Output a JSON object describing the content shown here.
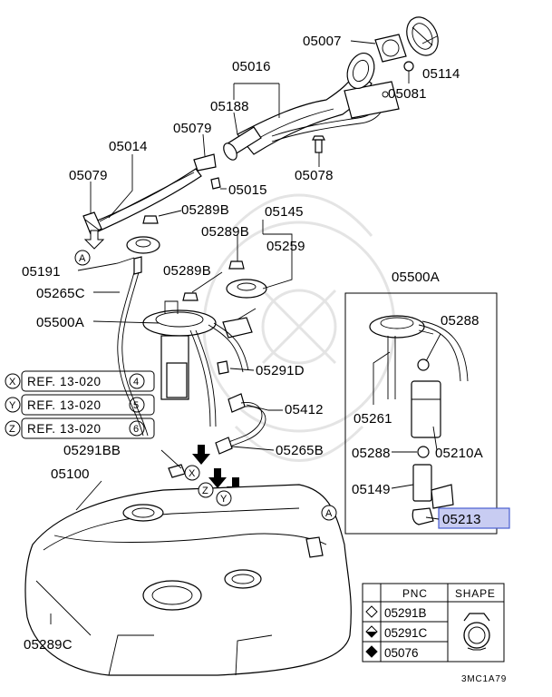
{
  "labels": {
    "p05007": "05007",
    "p05114": "05114",
    "p05081": "05081",
    "p05016": "05016",
    "p05188": "05188",
    "p05079a": "05079",
    "p05014": "05014",
    "p05078": "05078",
    "p05079b": "05079",
    "p05015": "05015",
    "p05289b_1": "05289B",
    "p05145": "05145",
    "p05289b_2": "05289B",
    "p05259": "05259",
    "p05191": "05191",
    "p05289b_3": "05289B",
    "p05265c": "05265C",
    "p05500a_left": "05500A",
    "p05291d": "05291D",
    "p05412": "05412",
    "p05291bb": "05291BB",
    "p05265b": "05265B",
    "p05100": "05100",
    "p05289c": "05289C",
    "p05500a_box": "05500A",
    "p05288_top": "05288",
    "p05261": "05261",
    "p05288_bot": "05288",
    "p05210a": "05210A",
    "p05149": "05149",
    "p05213": "05213"
  },
  "markers": {
    "A": "A",
    "X": "X",
    "Y": "Y",
    "Z": "Z"
  },
  "references": [
    {
      "letter": "X",
      "text": "REF. 13-020",
      "num": "4"
    },
    {
      "letter": "Y",
      "text": "REF. 13-020",
      "num": "5"
    },
    {
      "letter": "Z",
      "text": "REF. 13-020",
      "num": "6"
    }
  ],
  "legend": {
    "header_pnc": "PNC",
    "header_shape": "SHAPE",
    "rows": [
      {
        "symbol": "hollow-diamond",
        "pnc": "05291B"
      },
      {
        "symbol": "half-diamond",
        "pnc": "05291C"
      },
      {
        "symbol": "solid-diamond",
        "pnc": "05076"
      }
    ]
  },
  "diagram_code": "3MC1A79",
  "highlight": {
    "part": "05213",
    "color": "#c8ccf2",
    "border_color": "#4a5fd0"
  }
}
